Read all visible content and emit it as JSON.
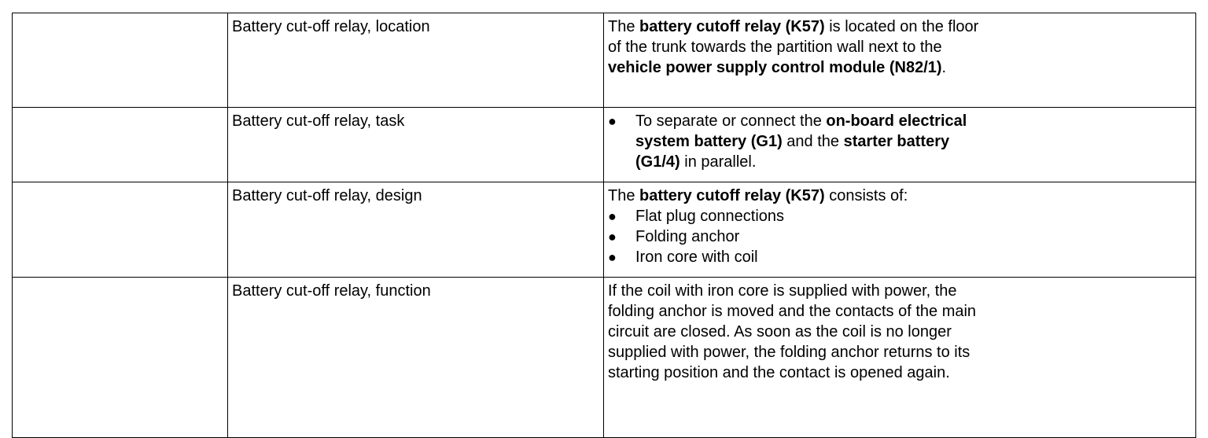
{
  "rows": [
    {
      "label": "Battery cut-off relay, location",
      "text": {
        "a": "The ",
        "b1": "battery cutoff relay (K57)",
        "c": " is located on the floor of the trunk towards the partition wall next to the ",
        "b2": "vehicle power supply control module (N82/1)",
        "d": "."
      }
    },
    {
      "label": "Battery cut-off relay, task",
      "bullet": {
        "a": "To separate or connect the ",
        "b1": "on-board electrical system battery (G1)",
        "c": " and the ",
        "b2": "starter battery (G1/4)",
        "d": " in parallel."
      }
    },
    {
      "label": "Battery cut-off relay, design",
      "intro": {
        "a": "The ",
        "b1": "battery cutoff relay (K57)",
        "c": " consists of:"
      },
      "items": [
        "Flat plug connections",
        "Folding anchor",
        "Iron core with coil"
      ]
    },
    {
      "label": "Battery cut-off relay, function",
      "text": "If the coil with iron core is supplied with power, the folding anchor is moved and the contacts of the main circuit are closed. As soon as the coil is no longer supplied with power, the folding anchor returns to its starting position and the contact is opened again."
    }
  ]
}
